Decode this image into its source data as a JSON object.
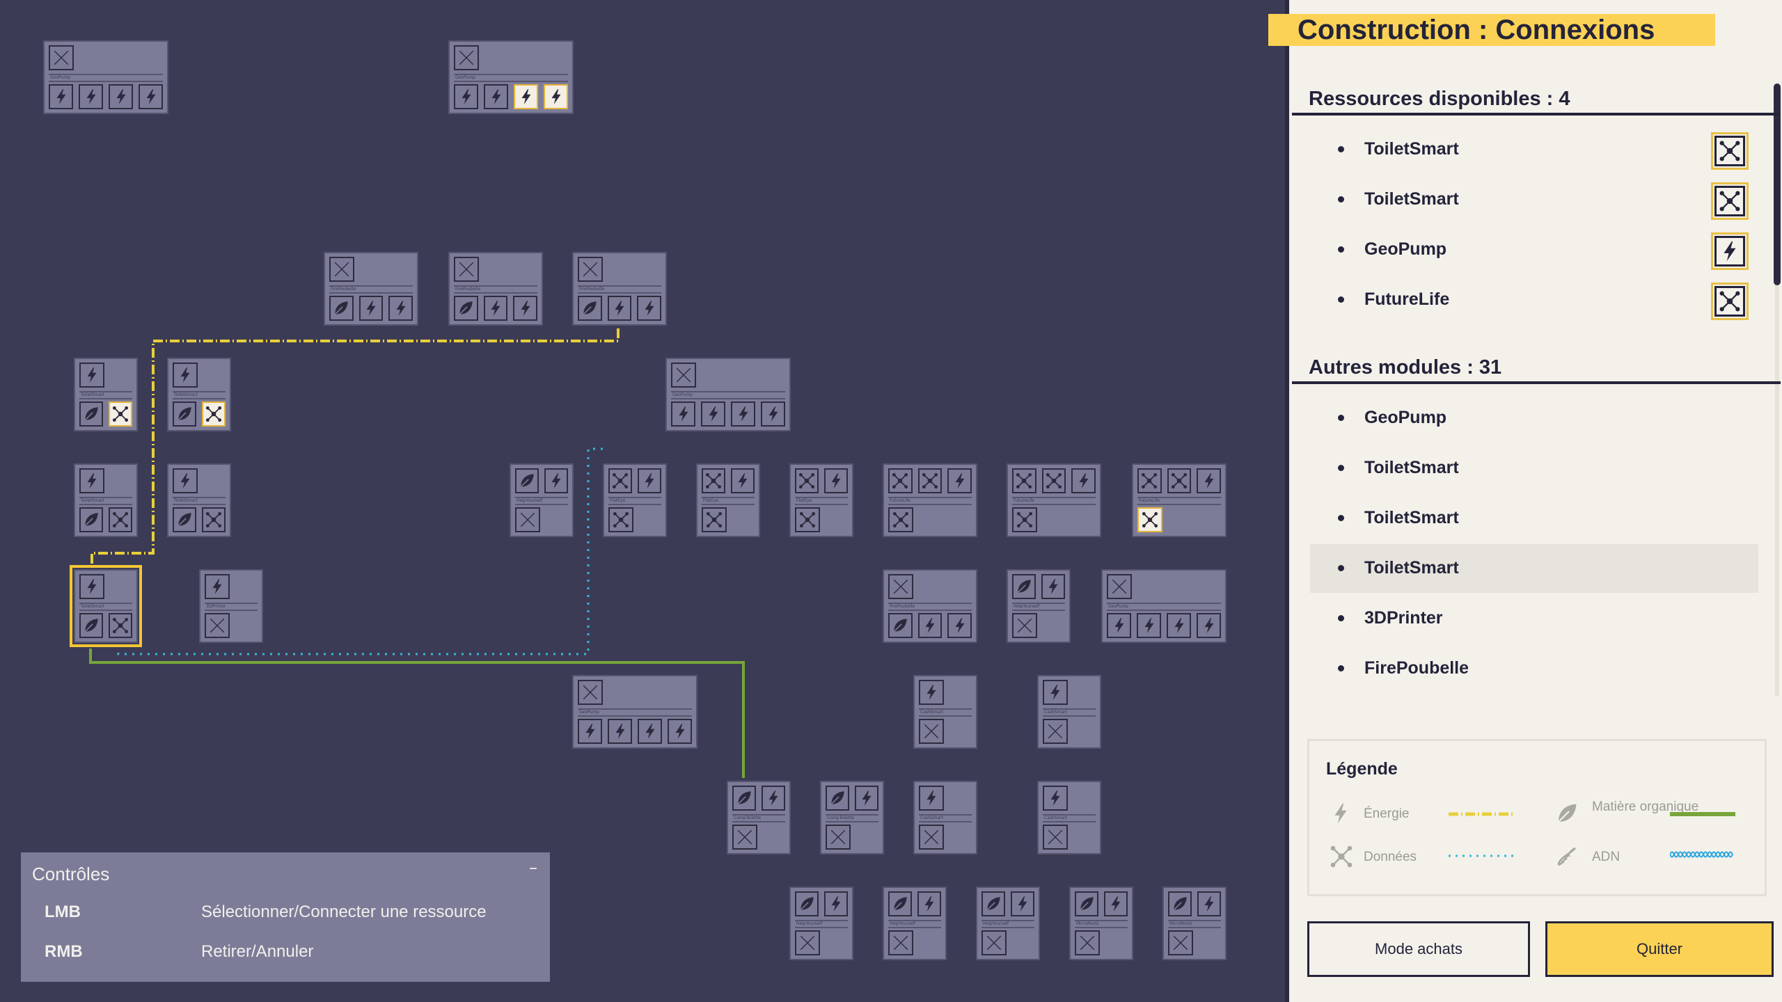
{
  "panel": {
    "title": "Construction : Connexions",
    "resources_heading": "Ressources disponibles : 4",
    "resources": [
      {
        "name": "ToiletSmart",
        "icon": "data-icon"
      },
      {
        "name": "ToiletSmart",
        "icon": "data-icon"
      },
      {
        "name": "GeoPump",
        "icon": "energy-icon"
      },
      {
        "name": "FutureLife",
        "icon": "data-icon"
      }
    ],
    "modules_heading": "Autres modules : 31",
    "modules": [
      "GeoPump",
      "ToiletSmart",
      "ToiletSmart",
      "ToiletSmart",
      "3DPrinter",
      "FirePoubelle"
    ],
    "legend": {
      "title": "Légende",
      "energy": "Énergie",
      "organic": "Matière organique",
      "data": "Données",
      "dna": "ADN"
    },
    "buttons": {
      "shop": "Mode achats",
      "quit": "Quitter"
    }
  },
  "controls": {
    "title": "Contrôles",
    "minimize": "–",
    "rows": [
      {
        "key": "LMB",
        "action": "Sélectionner/Connecter une ressource"
      },
      {
        "key": "RMB",
        "action": "Retirer/Annuler"
      }
    ]
  },
  "colors": {
    "energy": "#e8cf3a",
    "organic": "#77a53a",
    "data": "#38b7d8",
    "dna": "#2aa6e0",
    "accent": "#fbd255",
    "background": "#3c3b55"
  },
  "modules": [
    {
      "label": "GeoPump",
      "top": [
        "x"
      ],
      "bottom": [
        "e",
        "e",
        "e",
        "e"
      ]
    },
    {
      "label": "GeoPump",
      "top": [
        "x"
      ],
      "bottom": [
        "e",
        "e",
        "E",
        "E"
      ]
    },
    {
      "label": "FirePoubelle",
      "top": [
        "x"
      ],
      "bottom": [
        "o",
        "e",
        "e"
      ]
    },
    {
      "label": "FirePoubelle",
      "top": [
        "x"
      ],
      "bottom": [
        "o",
        "e",
        "e"
      ]
    },
    {
      "label": "FirePoubelle",
      "top": [
        "x"
      ],
      "bottom": [
        "o",
        "e",
        "e"
      ]
    },
    {
      "label": "ToiletSmart",
      "top": [
        "e"
      ],
      "bottom": [
        "o",
        "D"
      ]
    },
    {
      "label": "ToiletSmart",
      "top": [
        "e"
      ],
      "bottom": [
        "o",
        "D"
      ]
    },
    {
      "label": "GeoPump",
      "top": [
        "x"
      ],
      "bottom": [
        "e",
        "e",
        "e",
        "e"
      ]
    },
    {
      "label": "ToiletSmart",
      "top": [
        "e"
      ],
      "bottom": [
        "o",
        "d"
      ]
    },
    {
      "label": "ToiletSmart",
      "top": [
        "e"
      ],
      "bottom": [
        "o",
        "d"
      ]
    },
    {
      "label": "HelpYourself",
      "top": [
        "o",
        "e"
      ],
      "bottom": [
        "x"
      ]
    },
    {
      "label": "FlatEye",
      "top": [
        "d",
        "e"
      ],
      "bottom": [
        "d"
      ]
    },
    {
      "label": "FlatEye",
      "top": [
        "d",
        "e"
      ],
      "bottom": [
        "d"
      ]
    },
    {
      "label": "FlatEye",
      "top": [
        "d",
        "e"
      ],
      "bottom": [
        "d"
      ]
    },
    {
      "label": "FutureLife",
      "top": [
        "d",
        "d",
        "e"
      ],
      "bottom": [
        "d"
      ]
    },
    {
      "label": "FutureLife",
      "top": [
        "d",
        "d",
        "e"
      ],
      "bottom": [
        "d"
      ]
    },
    {
      "label": "FutureLife",
      "top": [
        "d",
        "d",
        "e"
      ],
      "bottom": [
        "D"
      ]
    },
    {
      "label": "ToiletSmart",
      "top": [
        "e"
      ],
      "bottom": [
        "o",
        "d"
      ]
    },
    {
      "label": "3DPrinter",
      "top": [
        "e"
      ],
      "bottom": [
        "x"
      ]
    },
    {
      "label": "FirePoubelle",
      "top": [
        "x"
      ],
      "bottom": [
        "o",
        "e",
        "e"
      ]
    },
    {
      "label": "HelpYourself",
      "top": [
        "o",
        "e"
      ],
      "bottom": [
        "x"
      ]
    },
    {
      "label": "GeoPump",
      "top": [
        "x"
      ],
      "bottom": [
        "e",
        "e",
        "e",
        "e"
      ]
    },
    {
      "label": "GeoPump",
      "top": [
        "x"
      ],
      "bottom": [
        "e",
        "e",
        "e",
        "e"
      ]
    },
    {
      "label": "CashSmart",
      "top": [
        "e"
      ],
      "bottom": [
        "x"
      ]
    },
    {
      "label": "CashSmart",
      "top": [
        "e"
      ],
      "bottom": [
        "x"
      ]
    },
    {
      "label": "CompToilette",
      "top": [
        "o",
        "e"
      ],
      "bottom": [
        "x"
      ]
    },
    {
      "label": "CompToilette",
      "top": [
        "o",
        "e"
      ],
      "bottom": [
        "x"
      ]
    },
    {
      "label": "CashSmart",
      "top": [
        "e"
      ],
      "bottom": [
        "x"
      ]
    },
    {
      "label": "CashSmart",
      "top": [
        "e"
      ],
      "bottom": [
        "x"
      ]
    },
    {
      "label": "HelpYourself",
      "top": [
        "o",
        "e"
      ],
      "bottom": [
        "x"
      ]
    },
    {
      "label": "HelpYourself",
      "top": [
        "o",
        "e"
      ],
      "bottom": [
        "x"
      ]
    },
    {
      "label": "HelpYourself",
      "top": [
        "o",
        "e"
      ],
      "bottom": [
        "x"
      ]
    },
    {
      "label": "MicroRoots",
      "top": [
        "o",
        "e"
      ],
      "bottom": [
        "x"
      ]
    },
    {
      "label": "MicroRoots",
      "top": [
        "o",
        "e"
      ],
      "bottom": [
        "x"
      ]
    }
  ]
}
